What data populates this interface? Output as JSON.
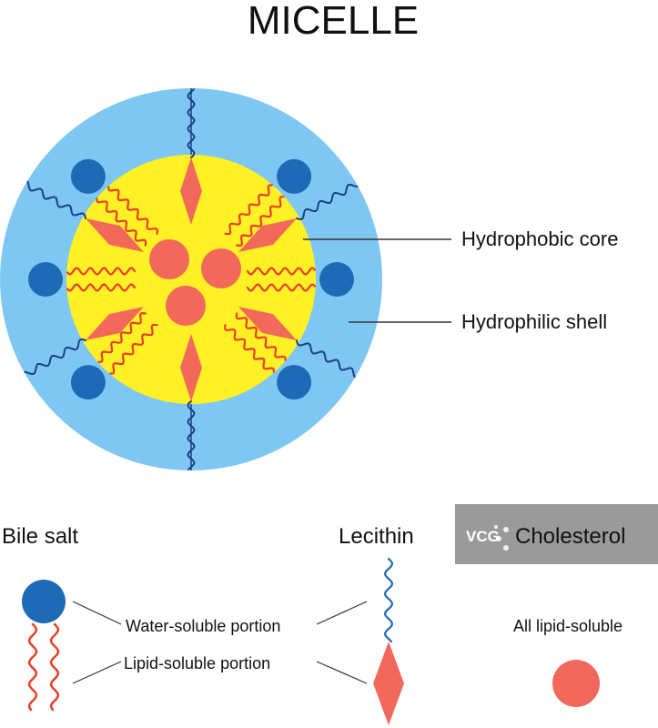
{
  "title": "MICELLE",
  "labels": {
    "core": "Hydrophobic core",
    "shell": "Hydrophilic shell"
  },
  "legend": {
    "bile_salt": "Bile salt",
    "lecithin": "Lecithin",
    "cholesterol": "Cholesterol",
    "water_soluble": "Water-soluble portion",
    "lipid_soluble": "Lipid-soluble portion",
    "all_lipid": "All lipid-soluble"
  },
  "watermark": "VCG",
  "colors": {
    "shell": "#7fc7f3",
    "core": "#fff125",
    "head": "#1e6ab7",
    "tail": "#e8402a",
    "lipid": "#f2685a",
    "chain": "#1d3f8a",
    "line": "#333333",
    "watermark_bg": "#9a9a9a"
  }
}
